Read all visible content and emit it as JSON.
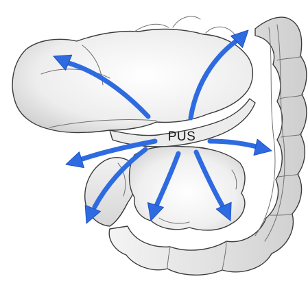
{
  "diagram": {
    "center_label": "PUS",
    "arrow_color": "#2f6be0",
    "arrow_dark_color": "#1d4fc4",
    "arrow_count": 7,
    "parts": [
      "stomach",
      "transverse-colon",
      "descending-colon",
      "lesser-sac",
      "left-kidney"
    ]
  }
}
